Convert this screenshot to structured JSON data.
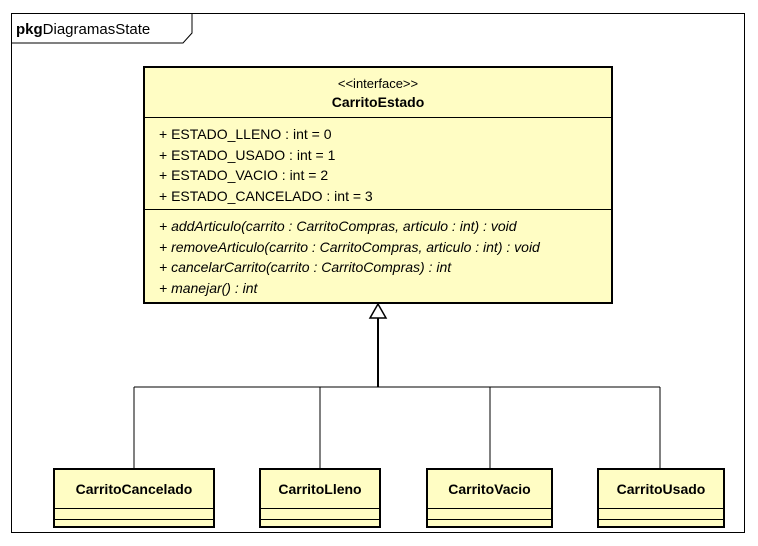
{
  "package": {
    "keyword": "pkg",
    "name": "DiagramasState"
  },
  "interface": {
    "stereotype": "<<interface>>",
    "name": "CarritoEstado",
    "attributes": [
      "+ ESTADO_LLENO : int = 0",
      "+ ESTADO_USADO : int = 1",
      "+ ESTADO_VACIO : int = 2",
      "+ ESTADO_CANCELADO : int = 3"
    ],
    "operations": [
      "+ addArticulo(carrito : CarritoCompras, articulo : int) : void",
      "+ removeArticulo(carrito : CarritoCompras, articulo : int) : void",
      "+ cancelarCarrito(carrito : CarritoCompras) : int",
      "+ manejar() : int"
    ]
  },
  "implementations": [
    {
      "name": "CarritoCancelado"
    },
    {
      "name": "CarritoLleno"
    },
    {
      "name": "CarritoVacio"
    },
    {
      "name": "CarritoUsado"
    }
  ],
  "colors": {
    "class_fill": "#fffdc4",
    "line": "#000000"
  }
}
